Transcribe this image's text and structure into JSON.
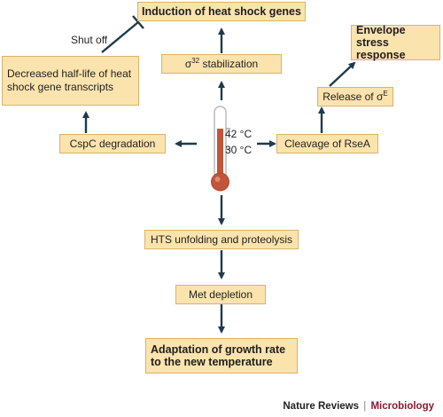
{
  "nodes": {
    "induction": "Induction of heat shock genes",
    "sigma32": {
      "pre": "σ",
      "sup": "32",
      "post": " stabilization"
    },
    "envelope": "Envelope stress response",
    "release_sigmaE": {
      "pre": "Release of σ",
      "sup": "E",
      "post": ""
    },
    "half_life": "Decreased half-life of heat shock gene transcripts",
    "cspc": "CspC degradation",
    "rsea": "Cleavage of RseA",
    "hts": "HTS unfolding and proteolysis",
    "met": "Met depletion",
    "adaptation": "Adaptation of growth rate to the new temperature"
  },
  "thermometer": {
    "high_temp": "42 °C",
    "low_temp": "30 °C"
  },
  "edge_labels": {
    "shut_off": "Shut off"
  },
  "footer": {
    "journal": "Nature Reviews",
    "separator": "|",
    "subject": "Microbiology"
  },
  "colors": {
    "box_fill": "#fbe3ad",
    "box_border": "#d9b36a",
    "arrow": "#1f3a4d",
    "mercury": "#c0553a",
    "subject": "#8b1a30"
  }
}
